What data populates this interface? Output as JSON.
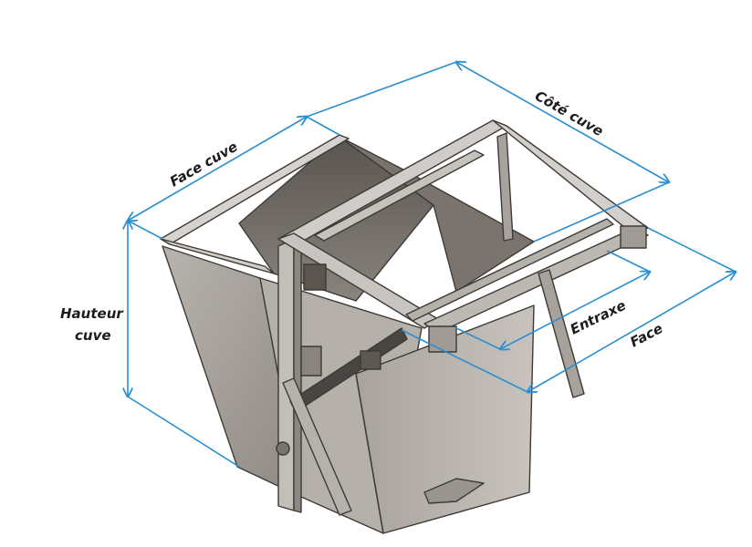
{
  "labels": {
    "face_cuve": "Face cuve",
    "cote_cuve": "Côté cuve",
    "hauteur": "Hauteur",
    "cuve": "cuve",
    "entraxe": "Entraxe",
    "face": "Face"
  },
  "colors": {
    "dimension": "#2a8fd0",
    "metal_light": "#c9c5c0",
    "metal_mid": "#aaa49e",
    "metal_dark": "#6f6964",
    "metal_shadow": "#3f3a36"
  }
}
